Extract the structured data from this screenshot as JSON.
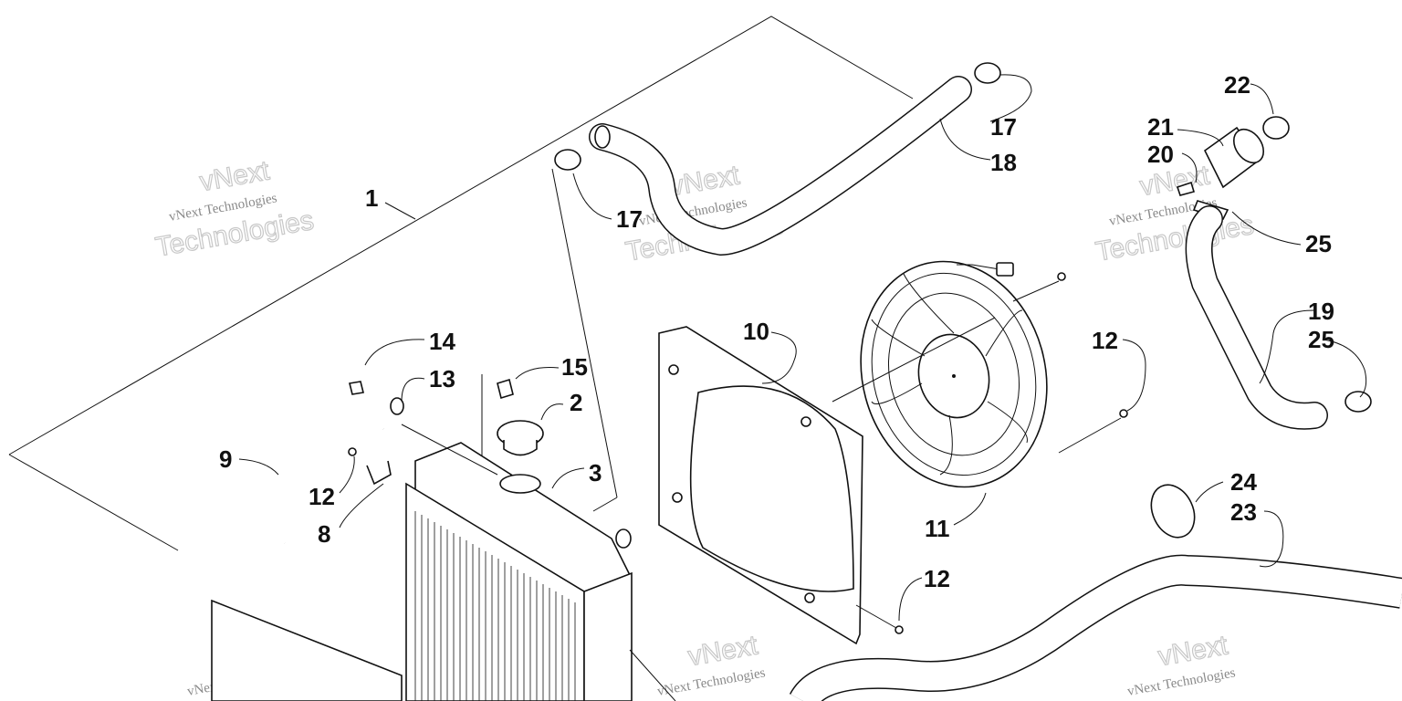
{
  "callouts": [
    {
      "id": "c1",
      "label": "1"
    },
    {
      "id": "c2",
      "label": "2"
    },
    {
      "id": "c3",
      "label": "3"
    },
    {
      "id": "c8",
      "label": "8"
    },
    {
      "id": "c9",
      "label": "9"
    },
    {
      "id": "c10",
      "label": "10"
    },
    {
      "id": "c11",
      "label": "11"
    },
    {
      "id": "c12a",
      "label": "12"
    },
    {
      "id": "c12b",
      "label": "12"
    },
    {
      "id": "c12c",
      "label": "12"
    },
    {
      "id": "c13",
      "label": "13"
    },
    {
      "id": "c14",
      "label": "14"
    },
    {
      "id": "c15",
      "label": "15"
    },
    {
      "id": "c17a",
      "label": "17"
    },
    {
      "id": "c17b",
      "label": "17"
    },
    {
      "id": "c18",
      "label": "18"
    },
    {
      "id": "c19",
      "label": "19"
    },
    {
      "id": "c20",
      "label": "20"
    },
    {
      "id": "c21",
      "label": "21"
    },
    {
      "id": "c22",
      "label": "22"
    },
    {
      "id": "c23",
      "label": "23"
    },
    {
      "id": "c24",
      "label": "24"
    },
    {
      "id": "c25a",
      "label": "25"
    },
    {
      "id": "c25b",
      "label": "25"
    }
  ],
  "watermark": {
    "line1": "vNext Technologies",
    "big1": "vNext",
    "big2": "Technologies"
  }
}
